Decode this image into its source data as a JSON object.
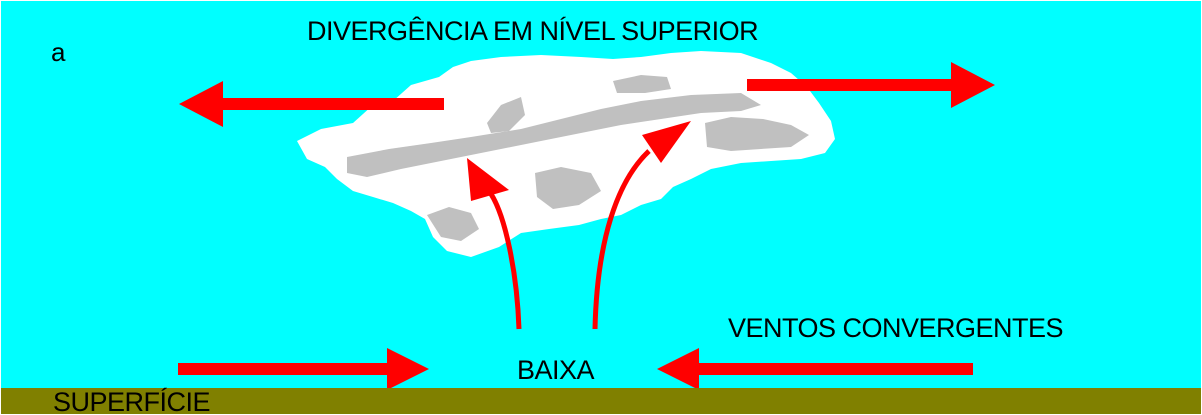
{
  "diagram": {
    "panel_letter": "a",
    "title": "DIVERGÊNCIA EM NÍVEL SUPERIOR",
    "winds_label": "VENTOS CONVERGENTES",
    "low_label": "BAIXA",
    "surface_label": "SUPERFÍCIE"
  },
  "colors": {
    "sky": "#00ffff",
    "ground": "#808000",
    "arrow": "#ff0000",
    "cloud": "#ffffff",
    "cloud_shade": "#c0c0c0",
    "text": "#000000"
  }
}
